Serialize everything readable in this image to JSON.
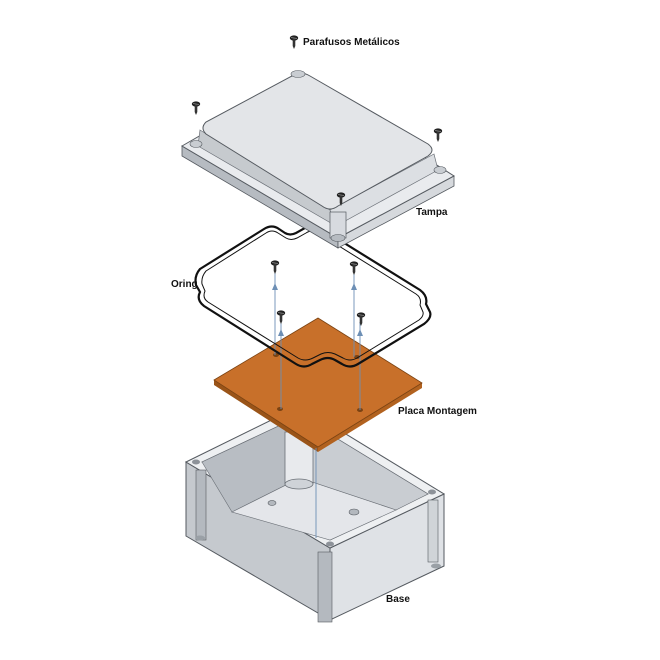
{
  "labels": {
    "screws": "Parafusos Metálicos",
    "lid": "Tampa",
    "oring": "Oring",
    "plate": "Placa Montagem",
    "base": "Base"
  },
  "colors": {
    "enclosure_light": "#e7e9ec",
    "enclosure_mid": "#c9cdd2",
    "enclosure_dark": "#9ea3aa",
    "edge": "#555a60",
    "plate": "#c8702a",
    "plate_dark": "#9a5418",
    "oring": "#111111",
    "guide_line": "#6d8fb5"
  }
}
